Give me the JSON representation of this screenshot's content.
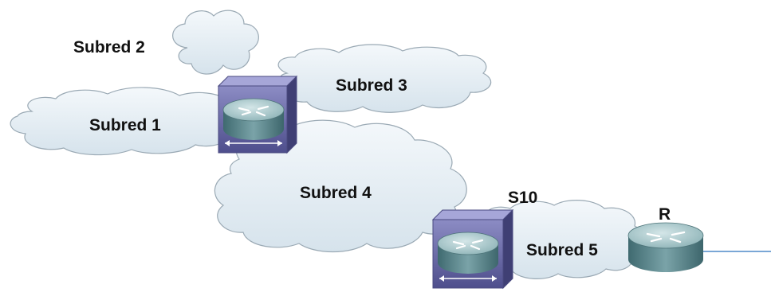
{
  "subnets": [
    {
      "id": "subred-1",
      "label": "Subred 1"
    },
    {
      "id": "subred-2",
      "label": "Subred 2"
    },
    {
      "id": "subred-3",
      "label": "Subred 3"
    },
    {
      "id": "subred-4",
      "label": "Subred 4"
    },
    {
      "id": "subred-5",
      "label": "Subred 5"
    }
  ],
  "devices": {
    "central_switch": {
      "label": ""
    },
    "s10": {
      "label": "S10"
    },
    "r": {
      "label": "R"
    }
  },
  "colors": {
    "cloud_fill": "#e3edf4",
    "cloud_stroke": "#9aa9b4",
    "router_body": "#5e8a90",
    "router_top": "#a9c8cb",
    "switch_box": "#6a6aa6",
    "link": "#7aa7d6"
  }
}
